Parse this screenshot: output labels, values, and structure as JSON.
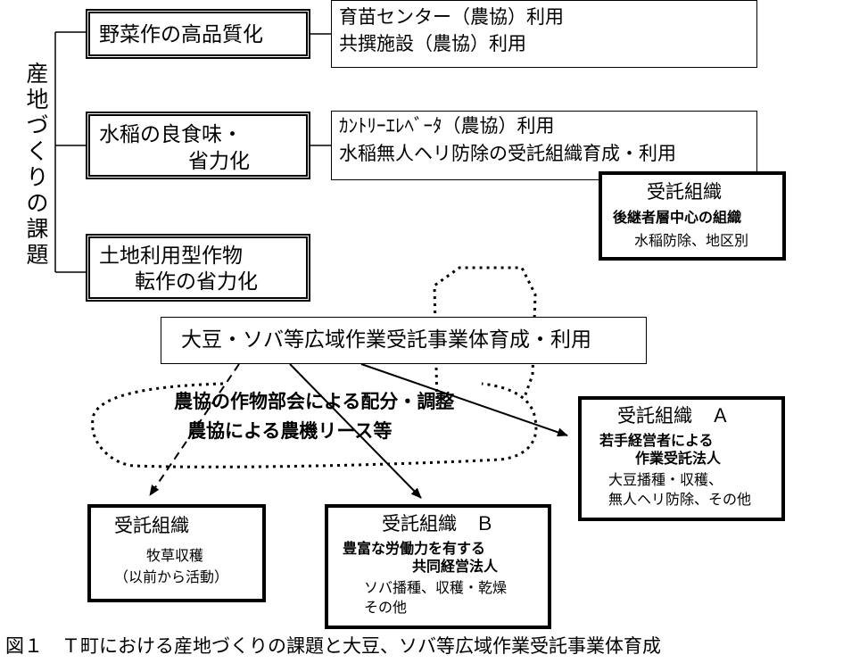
{
  "vertical_label": [
    "産",
    "地",
    "づ",
    "く",
    "り",
    "の",
    "課",
    "題"
  ],
  "issues": {
    "vegetable": "野菜作の高品質化",
    "rice_line1": "水稲の良食味・",
    "rice_line2": "省力化",
    "land_line1": "土地利用型作物",
    "land_line2": "転作の省力化"
  },
  "measures": {
    "vegetable_line1": "育苗センター（農協）利用",
    "vegetable_line2": "共撰施設（農協）利用",
    "rice_line1": "ｶﾝﾄﾘｰｴﾚﾍﾞｰﾀ（農協）利用",
    "rice_line2": "水稲無人ヘリ防除の受託組織育成・利用"
  },
  "org_rice": {
    "title": "受託組織",
    "subtitle": "後継者層中心の組織",
    "detail": "水稲防除、地区別"
  },
  "central": "大豆・ソバ等広域作業受託事業体育成・利用",
  "coordination": {
    "line1": "農協の作物部会による配分・調整",
    "line2": "農協による農機リース等"
  },
  "org_a": {
    "title": "受託組織　Ａ",
    "sub1": "若手経営者による",
    "sub2": "作業受託法人",
    "detail1": "大豆播種・収穫、",
    "detail2": "無人ヘリ防除、その他"
  },
  "org_b": {
    "title": "受託組織　Ｂ",
    "sub1": "豊富な労働力を有する",
    "sub2": "共同経営法人",
    "detail1": "ソバ播種、収穫・乾燥",
    "detail2": "その他"
  },
  "org_left": {
    "title": "受託組織",
    "detail1": "牧草収穫",
    "detail2": "（以前から活動）"
  },
  "caption": "図１　Ｔ町における産地づくりの課題と大豆、ソバ等広域作業受託事業体育成"
}
